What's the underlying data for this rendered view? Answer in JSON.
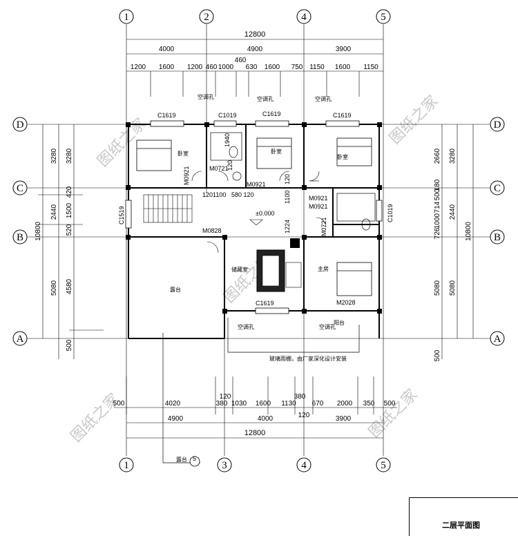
{
  "drawing_title": "二层平面图",
  "axes": {
    "vertical": [
      "1",
      "2",
      "3",
      "4",
      "5"
    ],
    "horizontal": [
      "A",
      "B",
      "C",
      "D"
    ]
  },
  "dims_top": {
    "total": "12800",
    "row2": [
      "4000",
      "4900",
      "3900"
    ],
    "row3_a": [
      "1200",
      "1600",
      "1200",
      "460",
      "1000"
    ],
    "row3_b": [
      "630",
      "1600",
      "750",
      "1150",
      "1600",
      "1150"
    ],
    "extra": "460"
  },
  "dims_bottom": {
    "total": "12800",
    "row2": [
      "4900",
      "4000",
      "3900"
    ],
    "row1": [
      "500",
      "4020",
      "380",
      "1030",
      "1600",
      "1130",
      "670",
      "2000",
      "350",
      "500"
    ],
    "small": [
      "120",
      "380",
      "120"
    ]
  },
  "dims_left": {
    "total": "10800",
    "outer": [
      "3280",
      "2440",
      "5080",
      "500"
    ],
    "inner": [
      "3280",
      "420",
      "1500",
      "520",
      "4580"
    ]
  },
  "dims_right": {
    "total": "10800",
    "outer": [
      "3280",
      "2440",
      "5080",
      "500"
    ],
    "inner": [
      "2660",
      "180",
      "500",
      "714",
      "1000",
      "726",
      "5080"
    ]
  },
  "rooms": {
    "bedroom": "卧室",
    "master": "主房",
    "terrace": "露台",
    "balcony": "阳台",
    "kitchen": "储藏室",
    "aircon": "空调孔",
    "level": "±0.000",
    "glass_note": "玻璃雨棚，由厂家深化设计安装",
    "terrace_tag": "露台"
  },
  "codes": {
    "c1619": "C1619",
    "c1019": "C1019",
    "c1519": "C1519",
    "m0921": "M0921",
    "m0721": "M0721",
    "m0828": "M0828",
    "m2028": "M2028",
    "n1940": "1940",
    "n120": "120",
    "n1201100": "1201100",
    "n580120": "580 120",
    "n1224": "1224",
    "n1100": "1100",
    "n120b": "120"
  },
  "watermark": "图纸之家"
}
